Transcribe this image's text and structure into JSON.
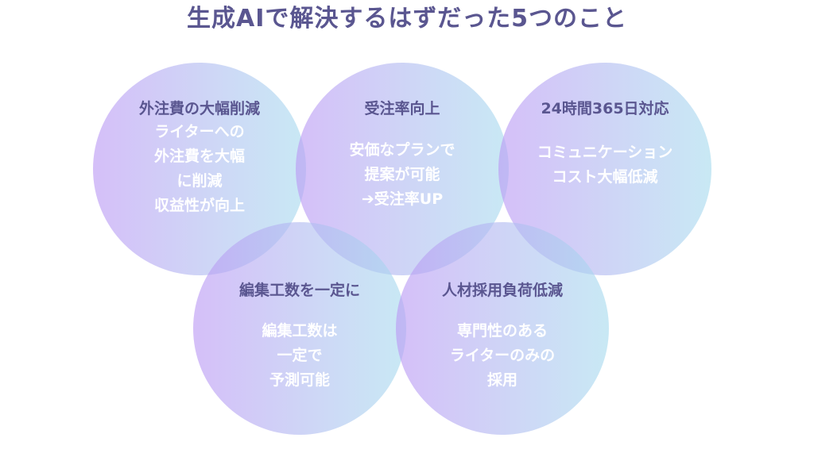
{
  "title": "生成AIで解決するはずだった5つのこと",
  "colors": {
    "title": "#5a5690",
    "heading": "#5a5690",
    "body_text": "#ffffff",
    "circle_gradient_start": "#bb98f4",
    "circle_gradient_end": "#a7dbee"
  },
  "circles": [
    {
      "heading": "外注費の大幅削減",
      "lines": [
        "ライターへの",
        "外注費を大幅",
        "に削減",
        "収益性が向上"
      ]
    },
    {
      "heading": "受注率向上",
      "lines": [
        "安価なプランで",
        "提案が可能",
        "➔受注率UP"
      ]
    },
    {
      "heading": "24時間365日対応",
      "lines": [
        "コミュニケーション",
        "コスト大幅低減"
      ]
    },
    {
      "heading": "編集工数を一定に",
      "lines": [
        "編集工数は",
        "一定で",
        "予測可能"
      ]
    },
    {
      "heading": "人材採用負荷低減",
      "lines": [
        "専門性のある",
        "ライターのみの",
        "採用"
      ]
    }
  ]
}
